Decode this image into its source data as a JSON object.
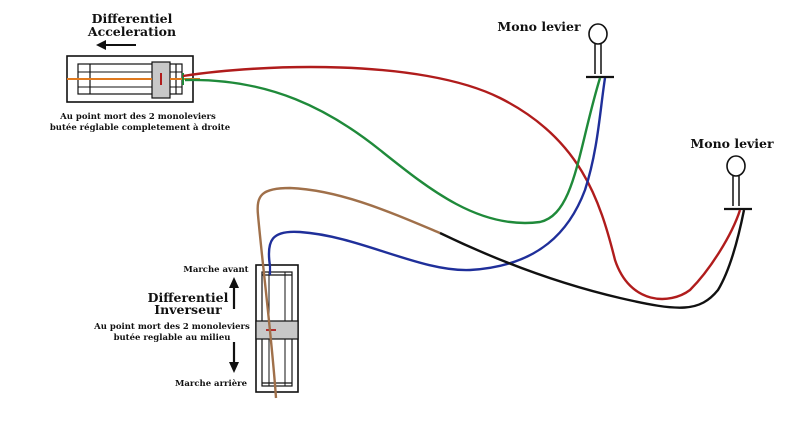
{
  "accel": {
    "title_line1": "Differentiel",
    "title_line2": "Acceleration",
    "note_line1": "Au point mort des 2 monoleviers",
    "note_line2": "butée réglable completement à droite"
  },
  "lever1": {
    "label": "Mono levier"
  },
  "lever2": {
    "label": "Mono levier"
  },
  "inverter": {
    "title_line1": "Differentiel",
    "title_line2": "Inverseur",
    "note_line1": "Au point mort des 2 monoleviers",
    "note_line2": "butée reglable au milieu",
    "forward": "Marche avant",
    "reverse": "Marche arrière"
  },
  "colors": {
    "red": "#b01c1c",
    "green": "#1f8a3a",
    "blue": "#1f2f9a",
    "brown": "#a0704a",
    "black": "#111111",
    "orange": "#e07a1f",
    "gray": "#c8c8c8"
  }
}
